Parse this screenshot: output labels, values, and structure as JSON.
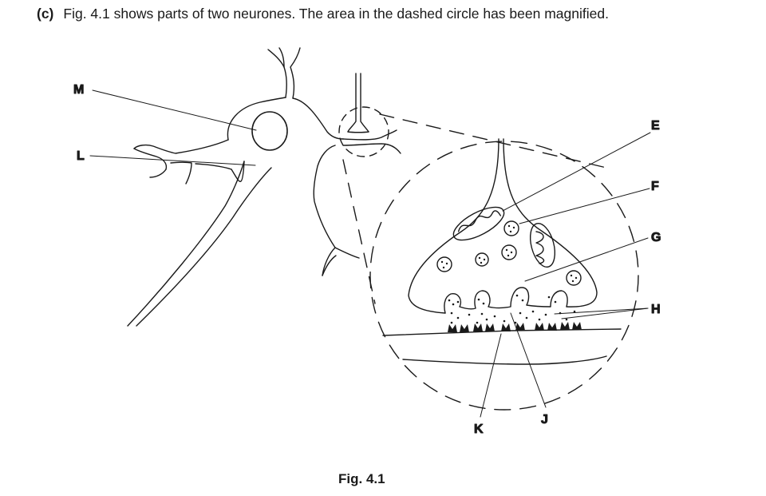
{
  "question": {
    "number": "(c)",
    "text": "Fig. 4.1 shows parts of two neurones. The area in the dashed circle has been magnified."
  },
  "labels": {
    "M": "M",
    "L": "L",
    "E": "E",
    "F": "F",
    "G": "G",
    "H": "H",
    "J": "J",
    "K": "K"
  },
  "caption": "Fig. 4.1"
}
